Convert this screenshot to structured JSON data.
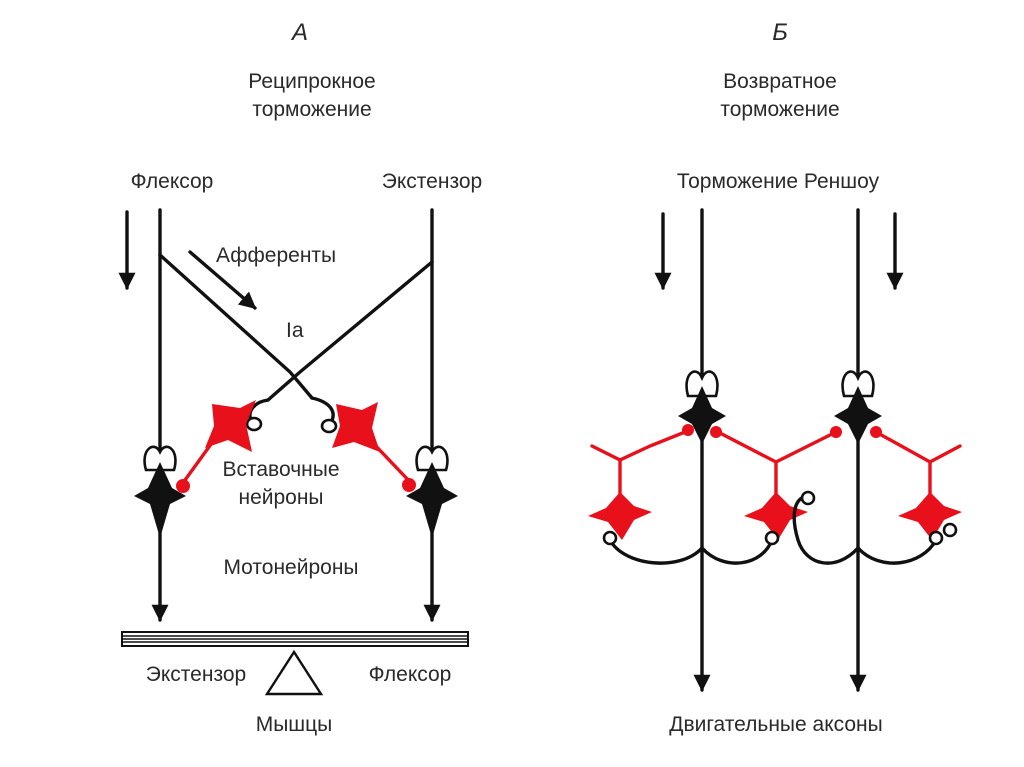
{
  "panel_a": {
    "letter": "А",
    "title_line1": "Реципрокное",
    "title_line2": "торможение",
    "flexor_top": "Флексор",
    "extensor_top": "Экстензор",
    "afferents": "Афференты",
    "ia": "Ia",
    "interneurons_line1": "Вставочные",
    "interneurons_line2": "нейроны",
    "motoneurons": "Мотонейроны",
    "extensor_bottom": "Экстензор",
    "flexor_bottom": "Флексор",
    "muscles": "Мышцы"
  },
  "panel_b": {
    "letter": "Б",
    "title_line1": "Возвратное",
    "title_line2": "торможение",
    "renshaw": "Торможение Реншоу",
    "motor_axons": "Двигательные аксоны"
  },
  "colors": {
    "inhibitory_neuron": "#e8101a",
    "motoneuron": "#111111"
  }
}
